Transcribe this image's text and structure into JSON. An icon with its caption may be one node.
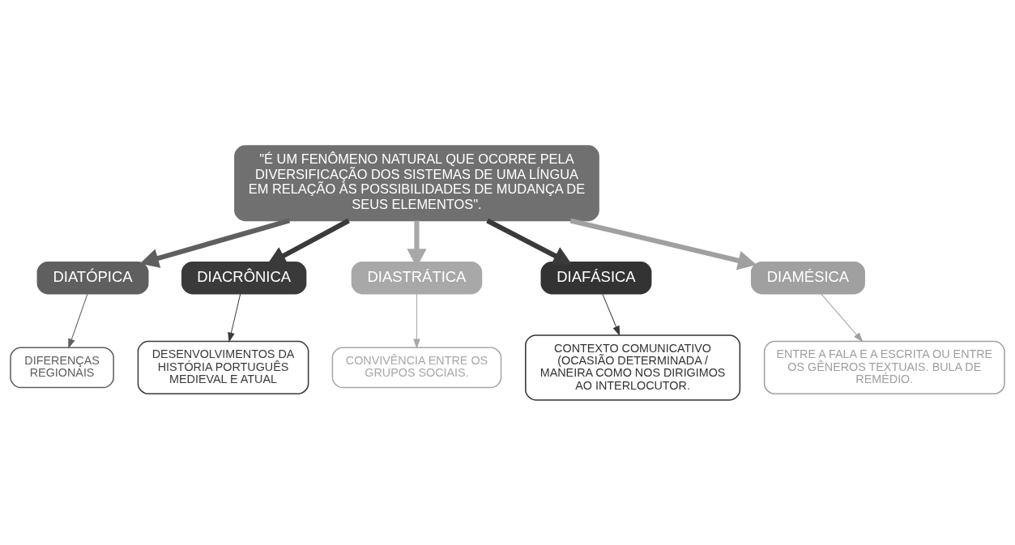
{
  "diagram": {
    "nodes": [
      {
        "text": [
          "\"É UM FENÔMENO NATURAL QUE OCORRE PELA DIVERSIFICAÇÃO DOS SISTEMAS DE UMA LÍNGUA EM RELAÇÃO ÀS POSSIBILIDADES DE MUDANÇA DE SEUS ELEMENTOS\"."
        ]
      },
      {
        "text": [
          "DIATÓPICA"
        ]
      },
      {
        "text": [
          "DIFERENÇAS REGIONAIS"
        ]
      },
      {
        "text": [
          "DIACRÔNICA"
        ]
      },
      {
        "text": [
          "DESENVOLVIMENTOS DA HISTÓRIA PORTUGUÊS MEDIEVAL E ATUAL"
        ]
      },
      {
        "text": [
          "DIASTRÁTICA"
        ]
      },
      {
        "text": [
          "CONVIVÊNCIA ENTRE OS GRUPOS SOCIAIS."
        ]
      },
      {
        "text": [
          "DIAFÁSICA"
        ]
      },
      {
        "text": [
          "CONTEXTO COMUNICATIVO (OCASIÃO DETERMINADA / MANEIRA COMO NOS DIRIGIMOS AO INTERLOCUTOR."
        ]
      },
      {
        "text": [
          "DIAMÉSICA"
        ]
      },
      {
        "text": [
          "ENTRE A FALA E A ESCRITA OU ENTRE OS GÊNEROS TEXTUAIS. BULA DE REMÉDIO."
        ]
      }
    ],
    "edges": [
      {
        "from": 0,
        "to": 1,
        "arrow": "to",
        "style": "thick",
        "color": "#5f5f5f"
      },
      {
        "from": 0,
        "to": 3,
        "arrow": "to",
        "style": "thick",
        "color": "#3a3a3a"
      },
      {
        "from": 0,
        "to": 5,
        "arrow": "to",
        "style": "thick",
        "color": "#a8a8a8"
      },
      {
        "from": 0,
        "to": 7,
        "arrow": "to",
        "style": "thick",
        "color": "#3a3a3a"
      },
      {
        "from": 0,
        "to": 9,
        "arrow": "to",
        "style": "thick",
        "color": "#a0a0a0"
      },
      {
        "from": 1,
        "to": 2,
        "arrow": "to",
        "color": "#5f5f5f"
      },
      {
        "from": 3,
        "to": 4,
        "arrow": "to",
        "color": "#3a3a3a"
      },
      {
        "from": 5,
        "to": 6,
        "arrow": "to",
        "color": "#a8a8a8"
      },
      {
        "from": 7,
        "to": 8,
        "arrow": "to",
        "color": "#3a3a3a"
      },
      {
        "from": 9,
        "to": 10,
        "arrow": "to",
        "color": "#a0a0a0"
      }
    ]
  }
}
